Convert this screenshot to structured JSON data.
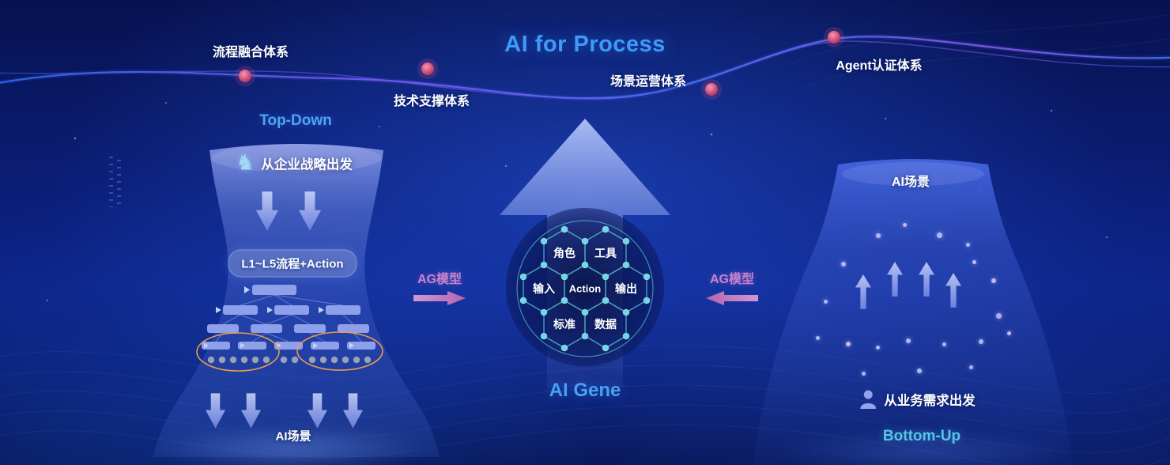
{
  "page": {
    "title": "AI for Process"
  },
  "header": {
    "title": "AI for Process",
    "systems": [
      {
        "label": "流程融合体系"
      },
      {
        "label": "技术支撑体系"
      },
      {
        "label": "场景运营体系"
      },
      {
        "label": "Agent认证体系"
      }
    ]
  },
  "top_down": {
    "heading": "Top-Down",
    "knight_icon": "chess-knight",
    "strategy_label": "从企业战略出发",
    "process_pill": "L1~L5流程+Action",
    "scene_label": "AI场景"
  },
  "center": {
    "gene_title": "AI Gene",
    "ag_left_label": "AG模型",
    "ag_right_label": "AG模型",
    "cells": {
      "role": "角色",
      "tool": "工具",
      "input": "输入",
      "action": "Action",
      "output": "输出",
      "standard": "标准",
      "data": "数据"
    }
  },
  "bottom_up": {
    "heading": "Bottom-Up",
    "scene_label": "AI场景",
    "person_icon": "person",
    "demand_label": "从业务需求出发"
  },
  "colors": {
    "title_blue": "#3D9BF7",
    "top_down_blue": "#4FA4F2",
    "bottom_up_cyan": "#55C6E6",
    "gene_blue": "#47A0F0",
    "ag_pink": "#C883CC",
    "network_teal": "#5CC6DA",
    "curve_node_pink": "#D4537E",
    "orange_highlight": "#EA9A4E"
  }
}
